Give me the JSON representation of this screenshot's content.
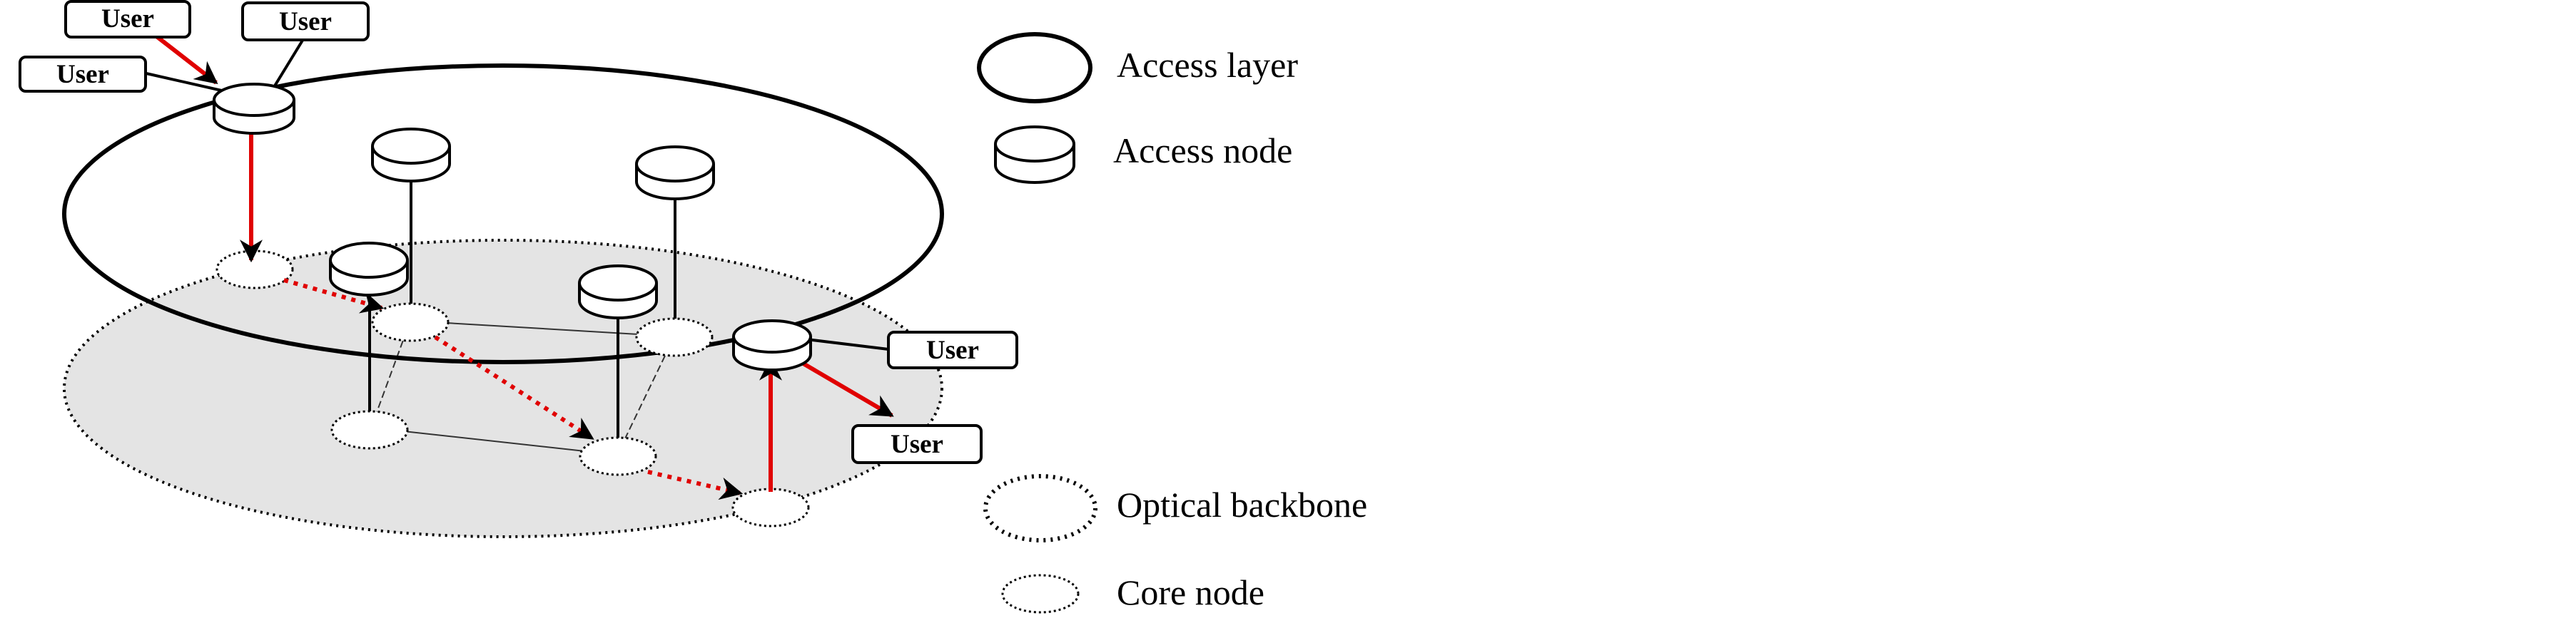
{
  "legend": {
    "access_layer": "Access layer",
    "access_node": "Access node",
    "optical_backbone": "Optical backbone",
    "core_node": "Core node"
  },
  "user_labels": {
    "user_top_left": "User",
    "user_top_right": "User",
    "user_left": "User",
    "user_right": "User",
    "user_bottom_right": "User"
  },
  "colors": {
    "path_red": "#e00000",
    "backbone_fill": "#e4e4e4",
    "line": "#000000"
  }
}
